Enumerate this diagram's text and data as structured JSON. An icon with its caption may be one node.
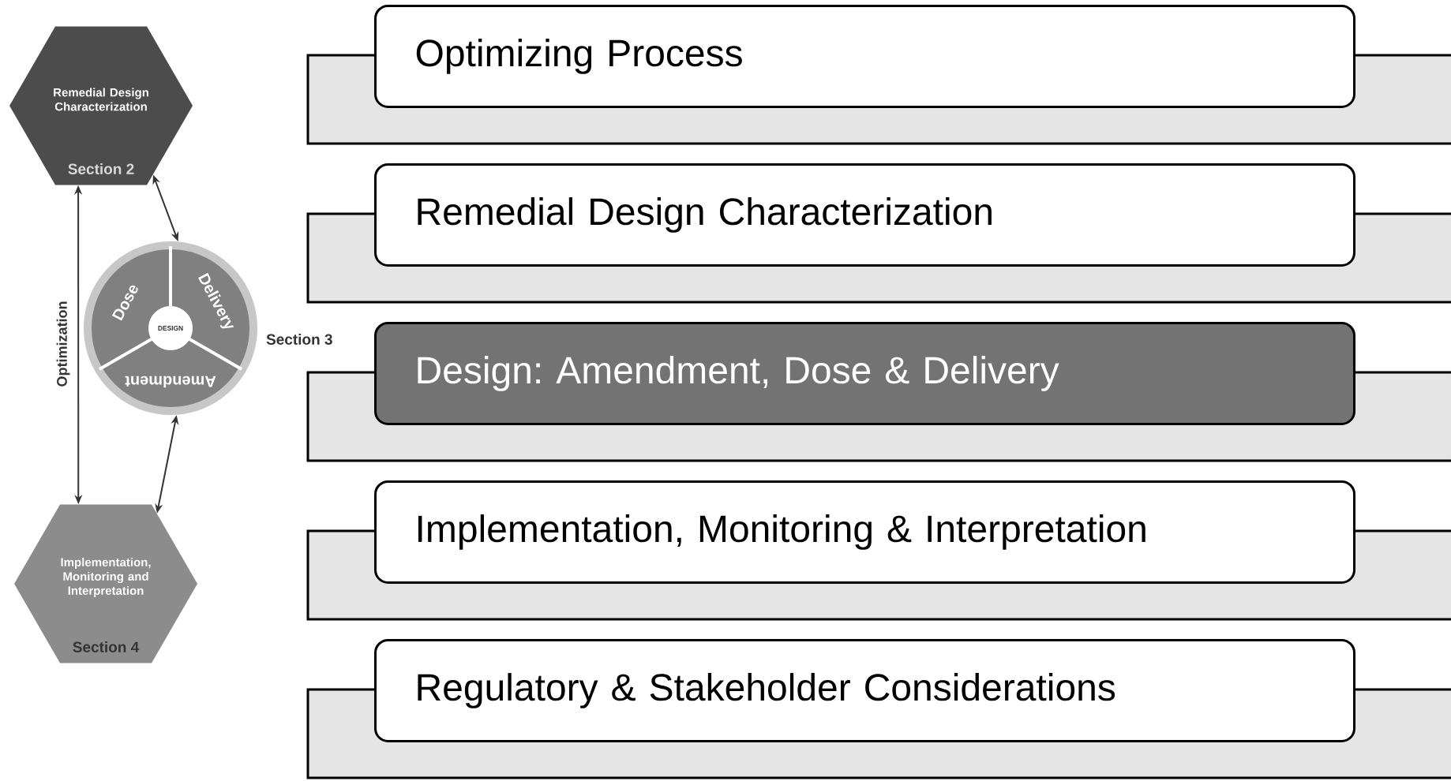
{
  "diagram": {
    "nodes": [
      {
        "text": [
          "Remedial Design Characterization",
          "Section 2"
        ]
      },
      {
        "text": [
          "Dose",
          "Delivery",
          "DESIGN",
          "Amendment"
        ],
        "beside": [
          "Section 3"
        ]
      },
      {
        "text": [
          "Implementation, Monitoring and Interpretation",
          "Section 4"
        ]
      },
      {
        "text": [
          "Optimizing Process"
        ]
      },
      {
        "text": [
          "Remedial Design Characterization"
        ]
      },
      {
        "text": [
          "Design: Amendment, Dose & Delivery"
        ]
      },
      {
        "text": [
          "Implementation, Monitoring & Interpretation"
        ]
      },
      {
        "text": [
          "Regulatory & Stakeholder Considerations"
        ]
      }
    ],
    "edges": [
      {
        "from": 0,
        "to": 1,
        "arrow": "both"
      },
      {
        "from": 1,
        "to": 2,
        "arrow": "both"
      },
      {
        "from": 2,
        "to": 0,
        "arrow": "both",
        "label": "Optimization"
      }
    ]
  }
}
